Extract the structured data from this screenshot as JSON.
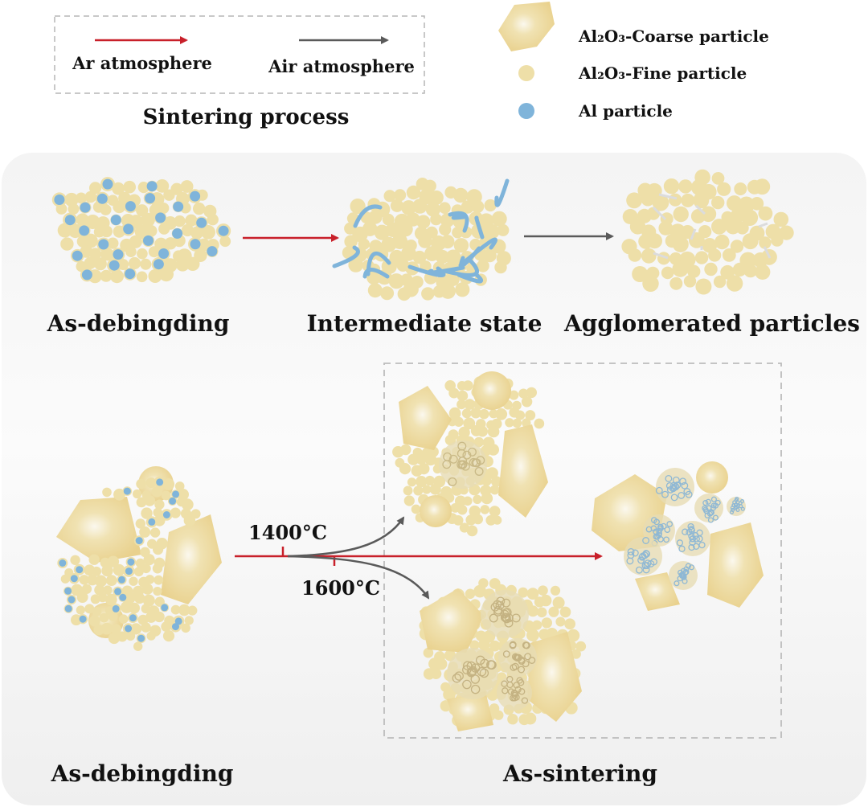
{
  "legend_process": {
    "ar_label": "Ar atmosphere",
    "air_label": "Air atmosphere",
    "title": "Sintering process"
  },
  "legend_particles": {
    "coarse": "Al₂O₃-Coarse particle",
    "fine": "Al₂O₃-Fine particle",
    "al": "Al particle"
  },
  "top_row": {
    "stage1": "As-debingding",
    "stage2": "Intermediate state",
    "stage3": "Agglomerated particles"
  },
  "bottom_row": {
    "temp_low": "1400°C",
    "temp_high": "1600°C",
    "left_label": "As-debingding",
    "right_label": "As-sintering"
  },
  "colors": {
    "ar_arrow": "#c8202a",
    "air_arrow": "#5a5a5a",
    "alumina": "#eedfa8",
    "alumina_coarse": "#ebd591",
    "al": "#7fb4da",
    "panel": "#f2f2f2"
  }
}
